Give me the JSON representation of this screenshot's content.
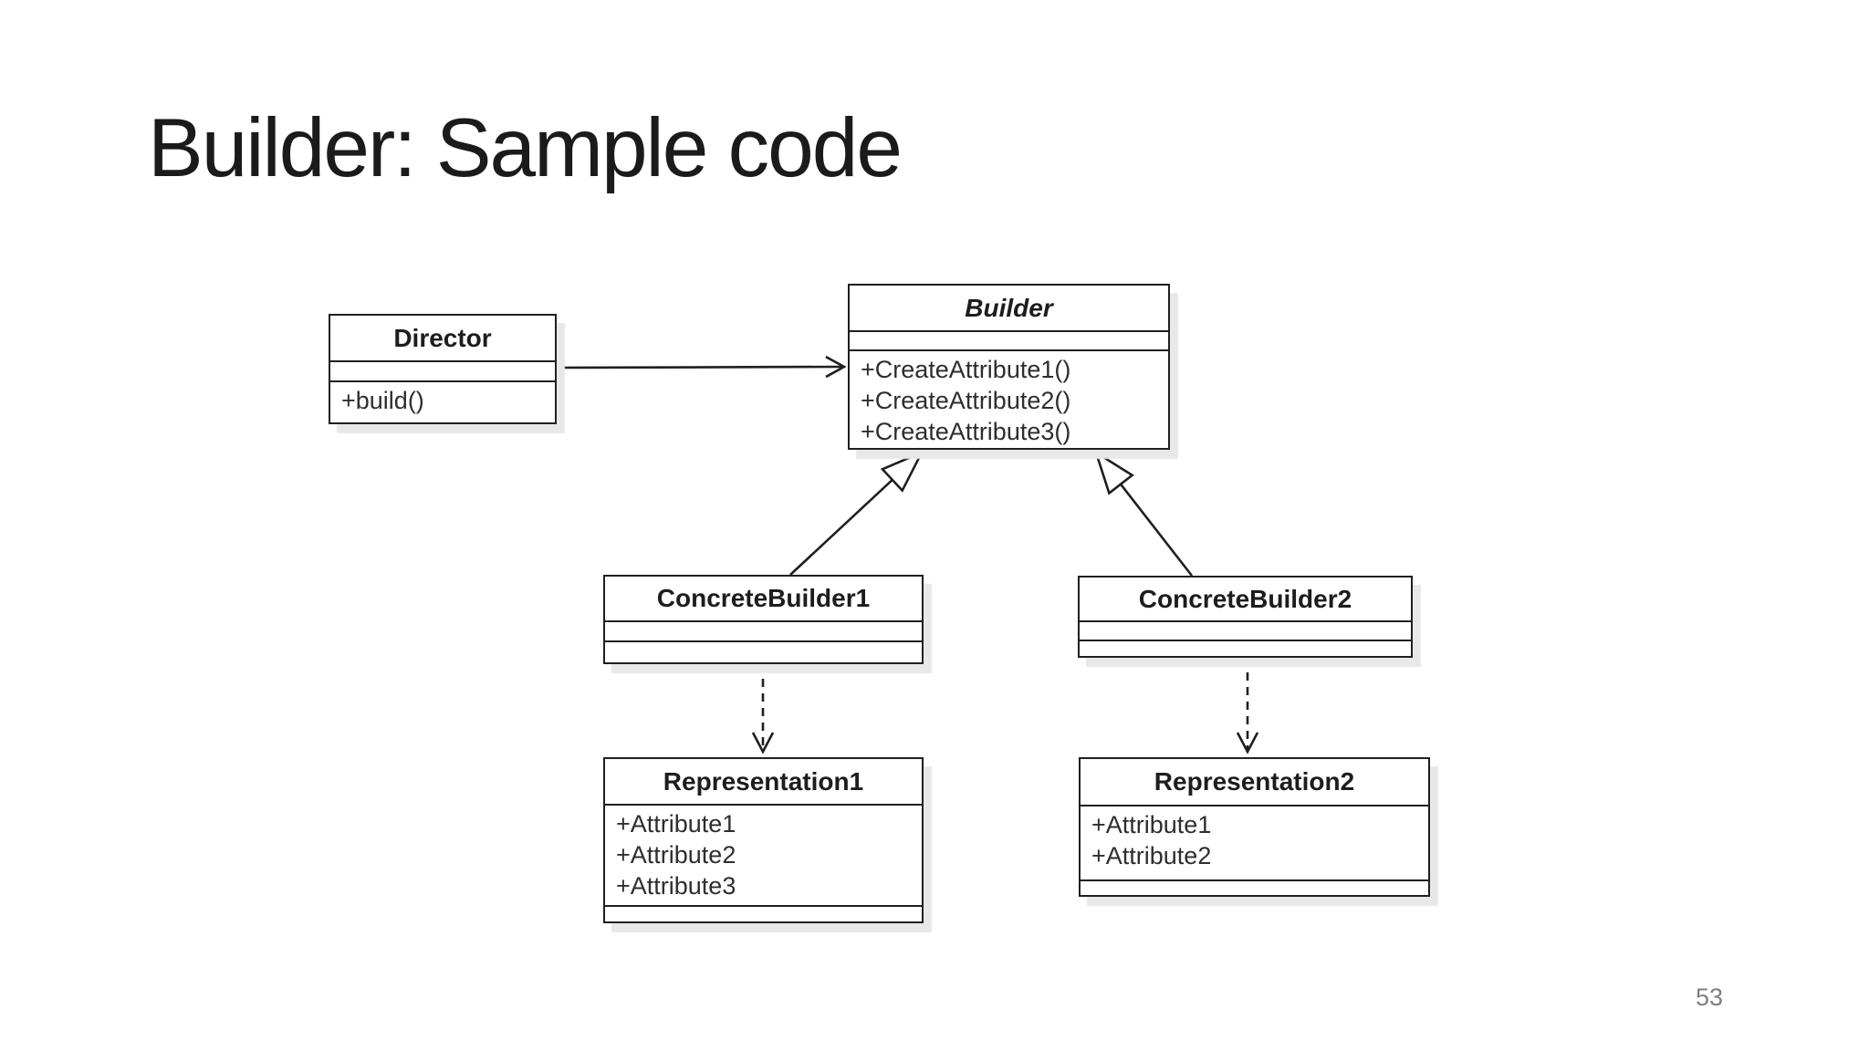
{
  "slide": {
    "title": "Builder: Sample code",
    "page_number": "53"
  },
  "diagram": {
    "type": "uml_class_diagram",
    "classes": [
      {
        "name": "Director",
        "abstract": false,
        "attributes": [],
        "methods": [
          "+build()"
        ]
      },
      {
        "name": "Builder",
        "abstract": true,
        "attributes": [],
        "methods": [
          "+CreateAttribute1()",
          "+CreateAttribute2()",
          "+CreateAttribute3()"
        ]
      },
      {
        "name": "ConcreteBuilder1",
        "abstract": false,
        "attributes": [],
        "methods": []
      },
      {
        "name": "ConcreteBuilder2",
        "abstract": false,
        "attributes": [],
        "methods": []
      },
      {
        "name": "Representation1",
        "abstract": false,
        "attributes": [
          "+Attribute1",
          "+Attribute2",
          "+Attribute3"
        ],
        "methods": []
      },
      {
        "name": "Representation2",
        "abstract": false,
        "attributes": [
          "+Attribute1",
          "+Attribute2"
        ],
        "methods": []
      }
    ],
    "relationships": [
      {
        "from": "Director",
        "to": "Builder",
        "type": "association"
      },
      {
        "from": "ConcreteBuilder1",
        "to": "Builder",
        "type": "generalization"
      },
      {
        "from": "ConcreteBuilder2",
        "to": "Builder",
        "type": "generalization"
      },
      {
        "from": "ConcreteBuilder1",
        "to": "Representation1",
        "type": "dependency"
      },
      {
        "from": "ConcreteBuilder2",
        "to": "Representation2",
        "type": "dependency"
      }
    ],
    "colors": {
      "line": "#1f1f1f",
      "box_fill": "#ffffff",
      "shadow": "#e8e8e8",
      "title_text": "#1b1b1b",
      "page_number_text": "#7f7f7f"
    }
  }
}
